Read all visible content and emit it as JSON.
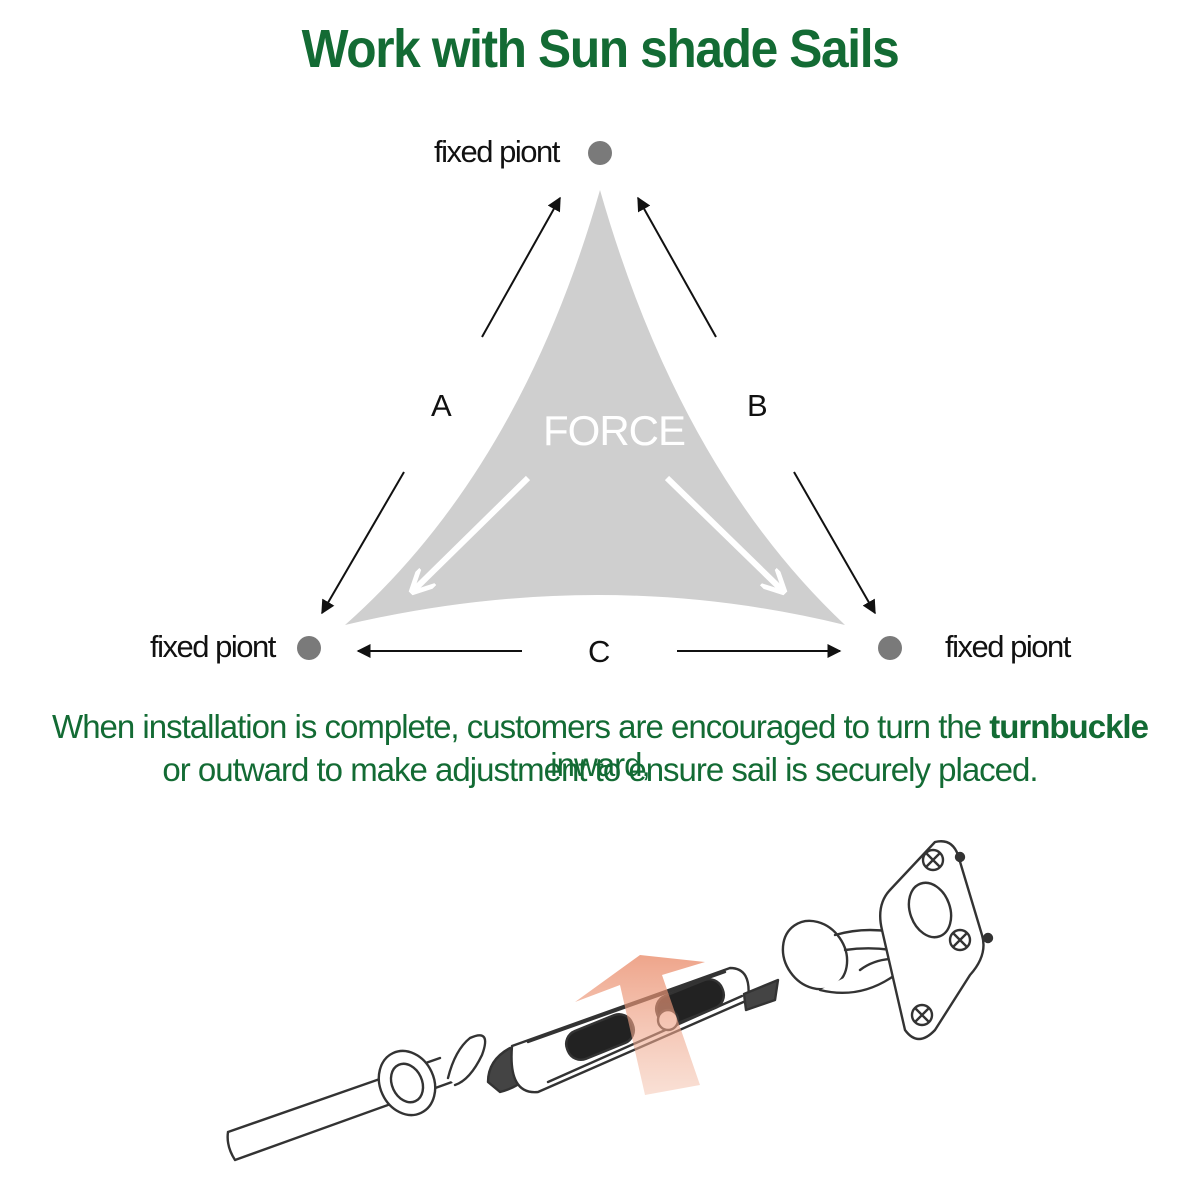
{
  "title": "Work with Sun shade Sails",
  "diagram": {
    "points": {
      "top": "fixed piont",
      "left": "fixed piont",
      "right": "fixed piont"
    },
    "edges": {
      "a": "A",
      "b": "B",
      "c": "C"
    },
    "force_label": "FORCE",
    "colors": {
      "sail": "#cfcfcf",
      "point": "#7a7a7a",
      "arrow": "#111111"
    }
  },
  "note": {
    "line1_before": "When installation is complete, customers are encouraged to turn the",
    "line1_bold": "turnbuckle",
    "line1_after": "inward,",
    "line2": "or outward to make adjustment to ensure sail is securely placed."
  },
  "colors": {
    "accent_green": "#136b34"
  }
}
